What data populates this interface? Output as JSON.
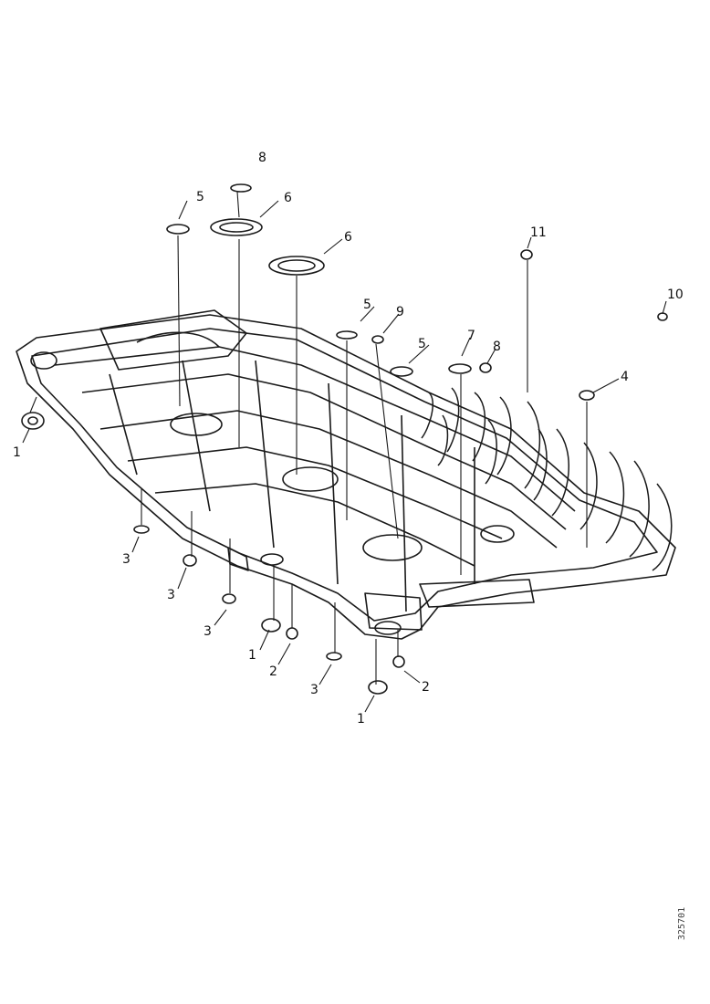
{
  "callouts": [
    {
      "id": "c1a",
      "label": "1"
    },
    {
      "id": "c1b",
      "label": "1"
    },
    {
      "id": "c1c",
      "label": "1"
    },
    {
      "id": "c2a",
      "label": "2"
    },
    {
      "id": "c2b",
      "label": "2"
    },
    {
      "id": "c3a",
      "label": "3"
    },
    {
      "id": "c3b",
      "label": "3"
    },
    {
      "id": "c3c",
      "label": "3"
    },
    {
      "id": "c3d",
      "label": "3"
    },
    {
      "id": "c4",
      "label": "4"
    },
    {
      "id": "c5a",
      "label": "5"
    },
    {
      "id": "c5b",
      "label": "5"
    },
    {
      "id": "c5c",
      "label": "5"
    },
    {
      "id": "c6a",
      "label": "6"
    },
    {
      "id": "c6b",
      "label": "6"
    },
    {
      "id": "c7",
      "label": "7"
    },
    {
      "id": "c8a",
      "label": "8"
    },
    {
      "id": "c8b",
      "label": "8"
    },
    {
      "id": "c9",
      "label": "9"
    },
    {
      "id": "c10",
      "label": "10"
    },
    {
      "id": "c11",
      "label": "11"
    }
  ],
  "drawing_number": "325701"
}
